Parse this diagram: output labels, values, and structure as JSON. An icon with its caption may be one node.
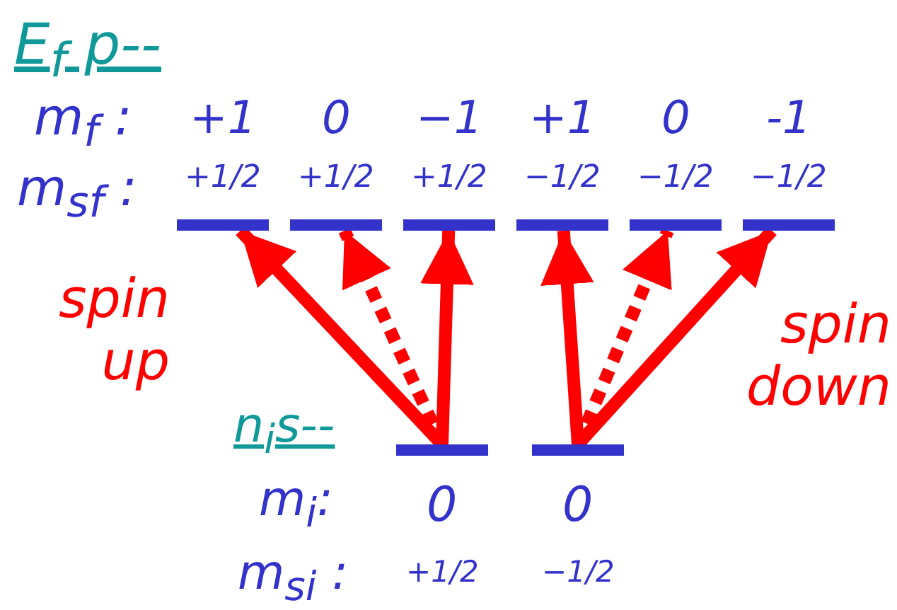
{
  "diagram": {
    "nodes": [
      {
        "text": [],
        "shape": "bar",
        "beside": [
          "+1",
          "+1/2"
        ]
      },
      {
        "text": [],
        "shape": "bar",
        "beside": [
          "0",
          "+1/2"
        ]
      },
      {
        "text": [],
        "shape": "bar",
        "beside": [
          "−1",
          "+1/2"
        ]
      },
      {
        "text": [],
        "shape": "bar",
        "beside": [
          "+1",
          "−1/2"
        ]
      },
      {
        "text": [],
        "shape": "bar",
        "beside": [
          "0",
          "−1/2"
        ]
      },
      {
        "text": [],
        "shape": "bar",
        "beside": [
          "-1",
          "−1/2"
        ]
      },
      {
        "text": [],
        "shape": "bar",
        "beside": [
          "0",
          "+1/2"
        ]
      },
      {
        "text": [],
        "shape": "bar",
        "beside": [
          "0",
          "−1/2"
        ]
      }
    ],
    "edges": [
      {
        "from": 6,
        "to": 0,
        "arrow": "to"
      },
      {
        "from": 6,
        "to": 1,
        "arrow": "to",
        "style": "dashed"
      },
      {
        "from": 6,
        "to": 2,
        "arrow": "to"
      },
      {
        "from": 7,
        "to": 3,
        "arrow": "to"
      },
      {
        "from": 7,
        "to": 4,
        "arrow": "to",
        "style": "dashed"
      },
      {
        "from": 7,
        "to": 5,
        "arrow": "to"
      }
    ],
    "labels": [
      "E$_{f}$ p--",
      "m$_{f}$ :",
      "m$_{sf}$ :",
      "spin up",
      "spin down",
      "n$_{i}$s--",
      "m$_{i}$:",
      "m$_{si}$ :"
    ]
  }
}
